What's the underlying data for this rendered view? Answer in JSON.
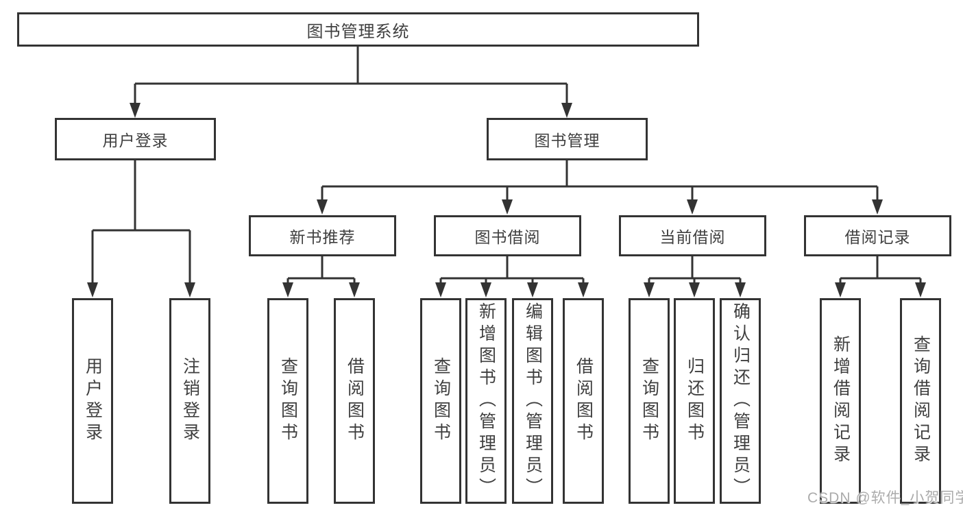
{
  "diagram": {
    "root": {
      "label": "图书管理系统"
    },
    "branches": [
      {
        "label": "用户登录"
      },
      {
        "label": "图书管理"
      }
    ],
    "sections": [
      {
        "label": "新书推荐"
      },
      {
        "label": "图书借阅"
      },
      {
        "label": "当前借阅"
      },
      {
        "label": "借阅记录"
      }
    ],
    "leaves": [
      {
        "label": "用户登录"
      },
      {
        "label": "注销登录"
      },
      {
        "label": "查询图书"
      },
      {
        "label": "借阅图书"
      },
      {
        "label": "查询图书"
      },
      {
        "label": "新增图书（管理员）"
      },
      {
        "label": "编辑图书（管理员）"
      },
      {
        "label": "借阅图书"
      },
      {
        "label": "查询图书"
      },
      {
        "label": "归还图书"
      },
      {
        "label": "确认归还（管理员）"
      },
      {
        "label": "新增借阅记录"
      },
      {
        "label": "查询借阅记录"
      }
    ]
  },
  "watermark": {
    "text": "CSDN @软件_小贺同学"
  },
  "colors": {
    "line": "#333333",
    "text": "#3f3f3f",
    "background": "#ffffff",
    "watermark": "#ababab"
  }
}
